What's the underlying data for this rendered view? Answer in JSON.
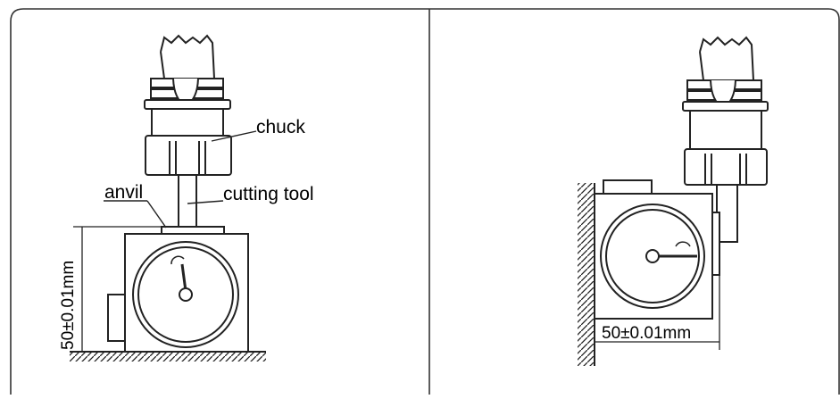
{
  "left_panel": {
    "labels": {
      "chuck": "chuck",
      "anvil": "anvil",
      "cutting_tool": "cutting tool"
    },
    "dimension": "50±0.01mm"
  },
  "right_panel": {
    "dimension": "50±0.01mm"
  },
  "colors": {
    "ink": "#222222",
    "background": "#ffffff"
  }
}
